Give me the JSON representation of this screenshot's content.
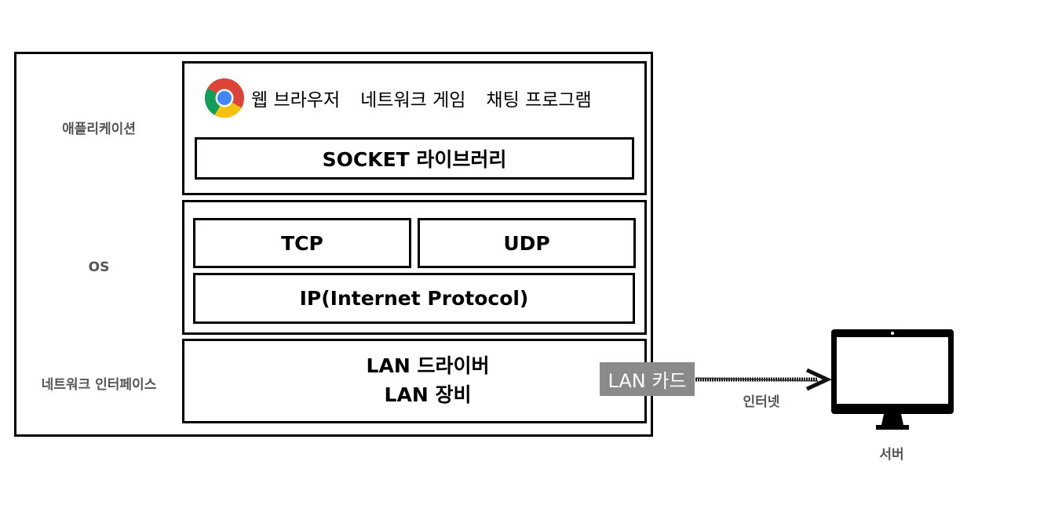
{
  "layers": {
    "application": "애플리케이션",
    "os": "OS",
    "network_interface": "네트워크 인터페이스"
  },
  "apps": {
    "browser": "웹 브라우저",
    "game": "네트워크 게임",
    "chat": "채팅 프로그램",
    "browser_icon": "chrome-icon"
  },
  "socket": "SOCKET 라이브러리",
  "tcp": "TCP",
  "udp": "UDP",
  "ip": "IP(Internet Protocol)",
  "lan": {
    "driver": "LAN 드라이버",
    "device": "LAN 장비",
    "card": "LAN 카드"
  },
  "internet": "인터넷",
  "server": "서버",
  "colors": {
    "border": "#000000",
    "label_gray": "#555555",
    "card_bg": "#8a8a8a"
  }
}
